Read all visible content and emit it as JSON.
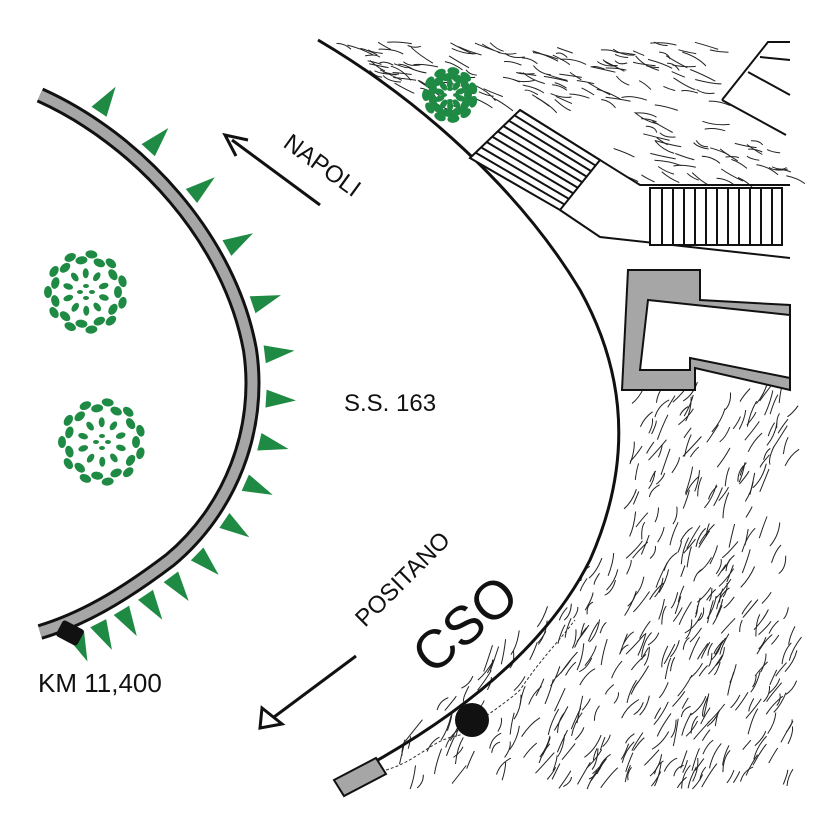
{
  "map": {
    "road_name": "S.S. 163",
    "direction_north": "NAPOLI",
    "direction_south": "POSITANO",
    "marker_code": "CSO",
    "kilometer_marker": "KM 11,400"
  },
  "colors": {
    "curb_fill": "#a6a6a6",
    "vegetation_green": "#1e8a43",
    "line_black": "#111111",
    "background": "#ffffff"
  },
  "icons": [
    "arrow-up-left-icon",
    "arrow-down-left-icon",
    "tree-icon",
    "location-dot-icon",
    "kilometer-stone-icon"
  ]
}
